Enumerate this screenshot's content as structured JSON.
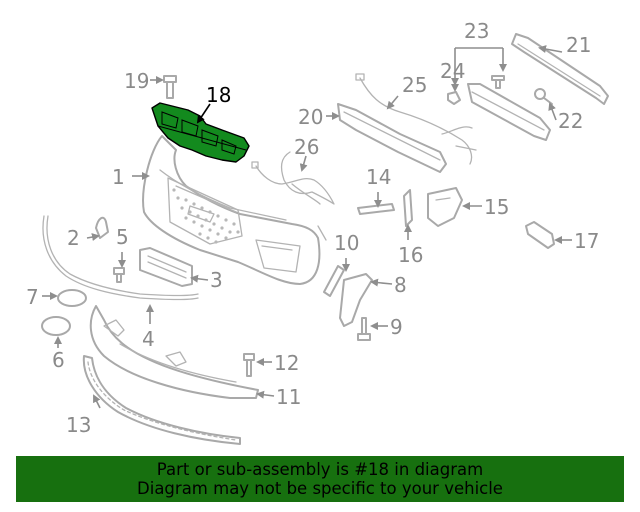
{
  "highlighted_part": "18",
  "callouts": [
    "1",
    "2",
    "3",
    "4",
    "5",
    "6",
    "7",
    "8",
    "9",
    "11",
    "12",
    "13",
    "14",
    "15",
    "16",
    "17",
    "19",
    "20",
    "21",
    "22",
    "23",
    "24",
    "25",
    "26"
  ],
  "callout_ten": "10",
  "banner": {
    "line1": "Part or sub-assembly is #18 in diagram",
    "line2": "Diagram may not be specific to your vehicle"
  },
  "colors": {
    "banner_bg": "#17700f",
    "highlight_fill": "#138a1e",
    "line_art": "#a9a9a9",
    "label": "#8a8a8a"
  }
}
